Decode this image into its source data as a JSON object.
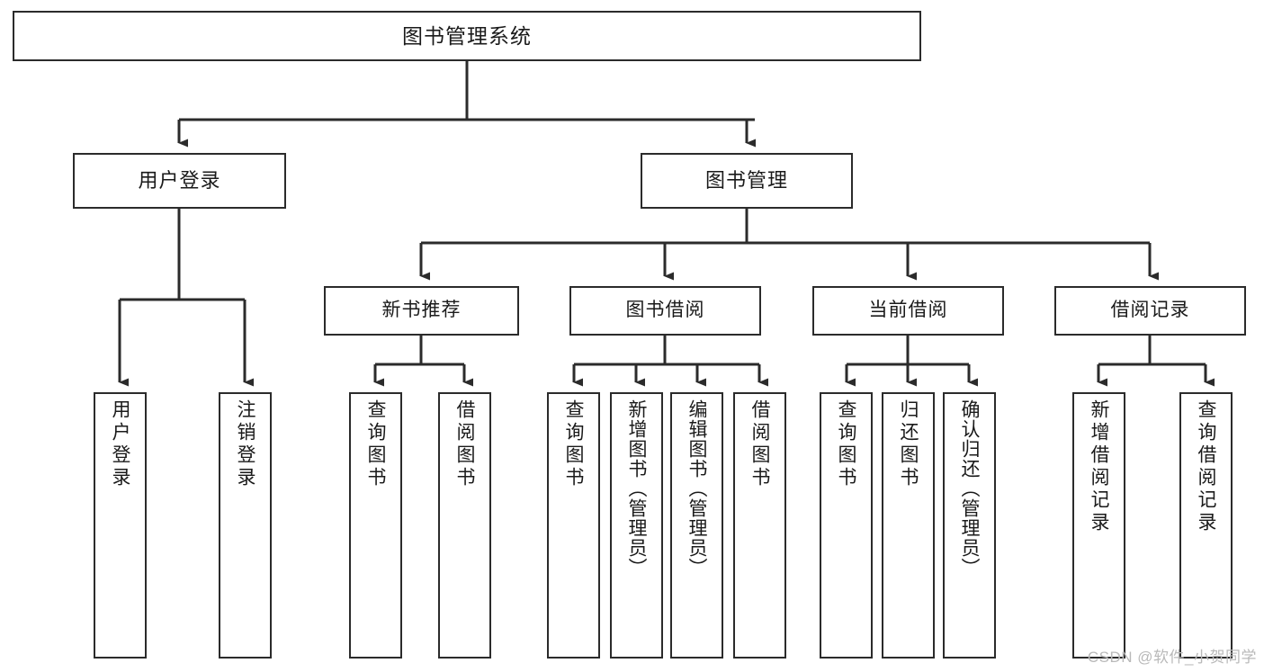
{
  "diagram": {
    "kind": "functional-structure-tree",
    "title": "图书管理系统",
    "watermark": "CSDN @软件_小贺同学",
    "colors": {
      "stroke": "#2b2b2b",
      "fill": "#ffffff",
      "text": "#1a1a1a",
      "watermark": "#b9b9b9"
    },
    "root": {
      "label": "图书管理系统"
    },
    "level1": [
      {
        "label": "用户登录"
      },
      {
        "label": "图书管理"
      }
    ],
    "level2": [
      {
        "label": "新书推荐"
      },
      {
        "label": "图书借阅"
      },
      {
        "label": "当前借阅"
      },
      {
        "label": "借阅记录"
      }
    ],
    "leaves": {
      "user_login": [
        {
          "label": "用户登录"
        },
        {
          "label": "注销登录"
        }
      ],
      "new_book_recommend": [
        {
          "label": "查询图书"
        },
        {
          "label": "借阅图书"
        }
      ],
      "book_borrow": [
        {
          "label": "查询图书"
        },
        {
          "label": "新增图书（管理员）"
        },
        {
          "label": "编辑图书（管理员）"
        },
        {
          "label": "借阅图书"
        }
      ],
      "current_borrow": [
        {
          "label": "查询图书"
        },
        {
          "label": "归还图书"
        },
        {
          "label": "确认归还（管理员）"
        }
      ],
      "borrow_record": [
        {
          "label": "新增借阅记录"
        },
        {
          "label": "查询借阅记录"
        }
      ]
    }
  }
}
